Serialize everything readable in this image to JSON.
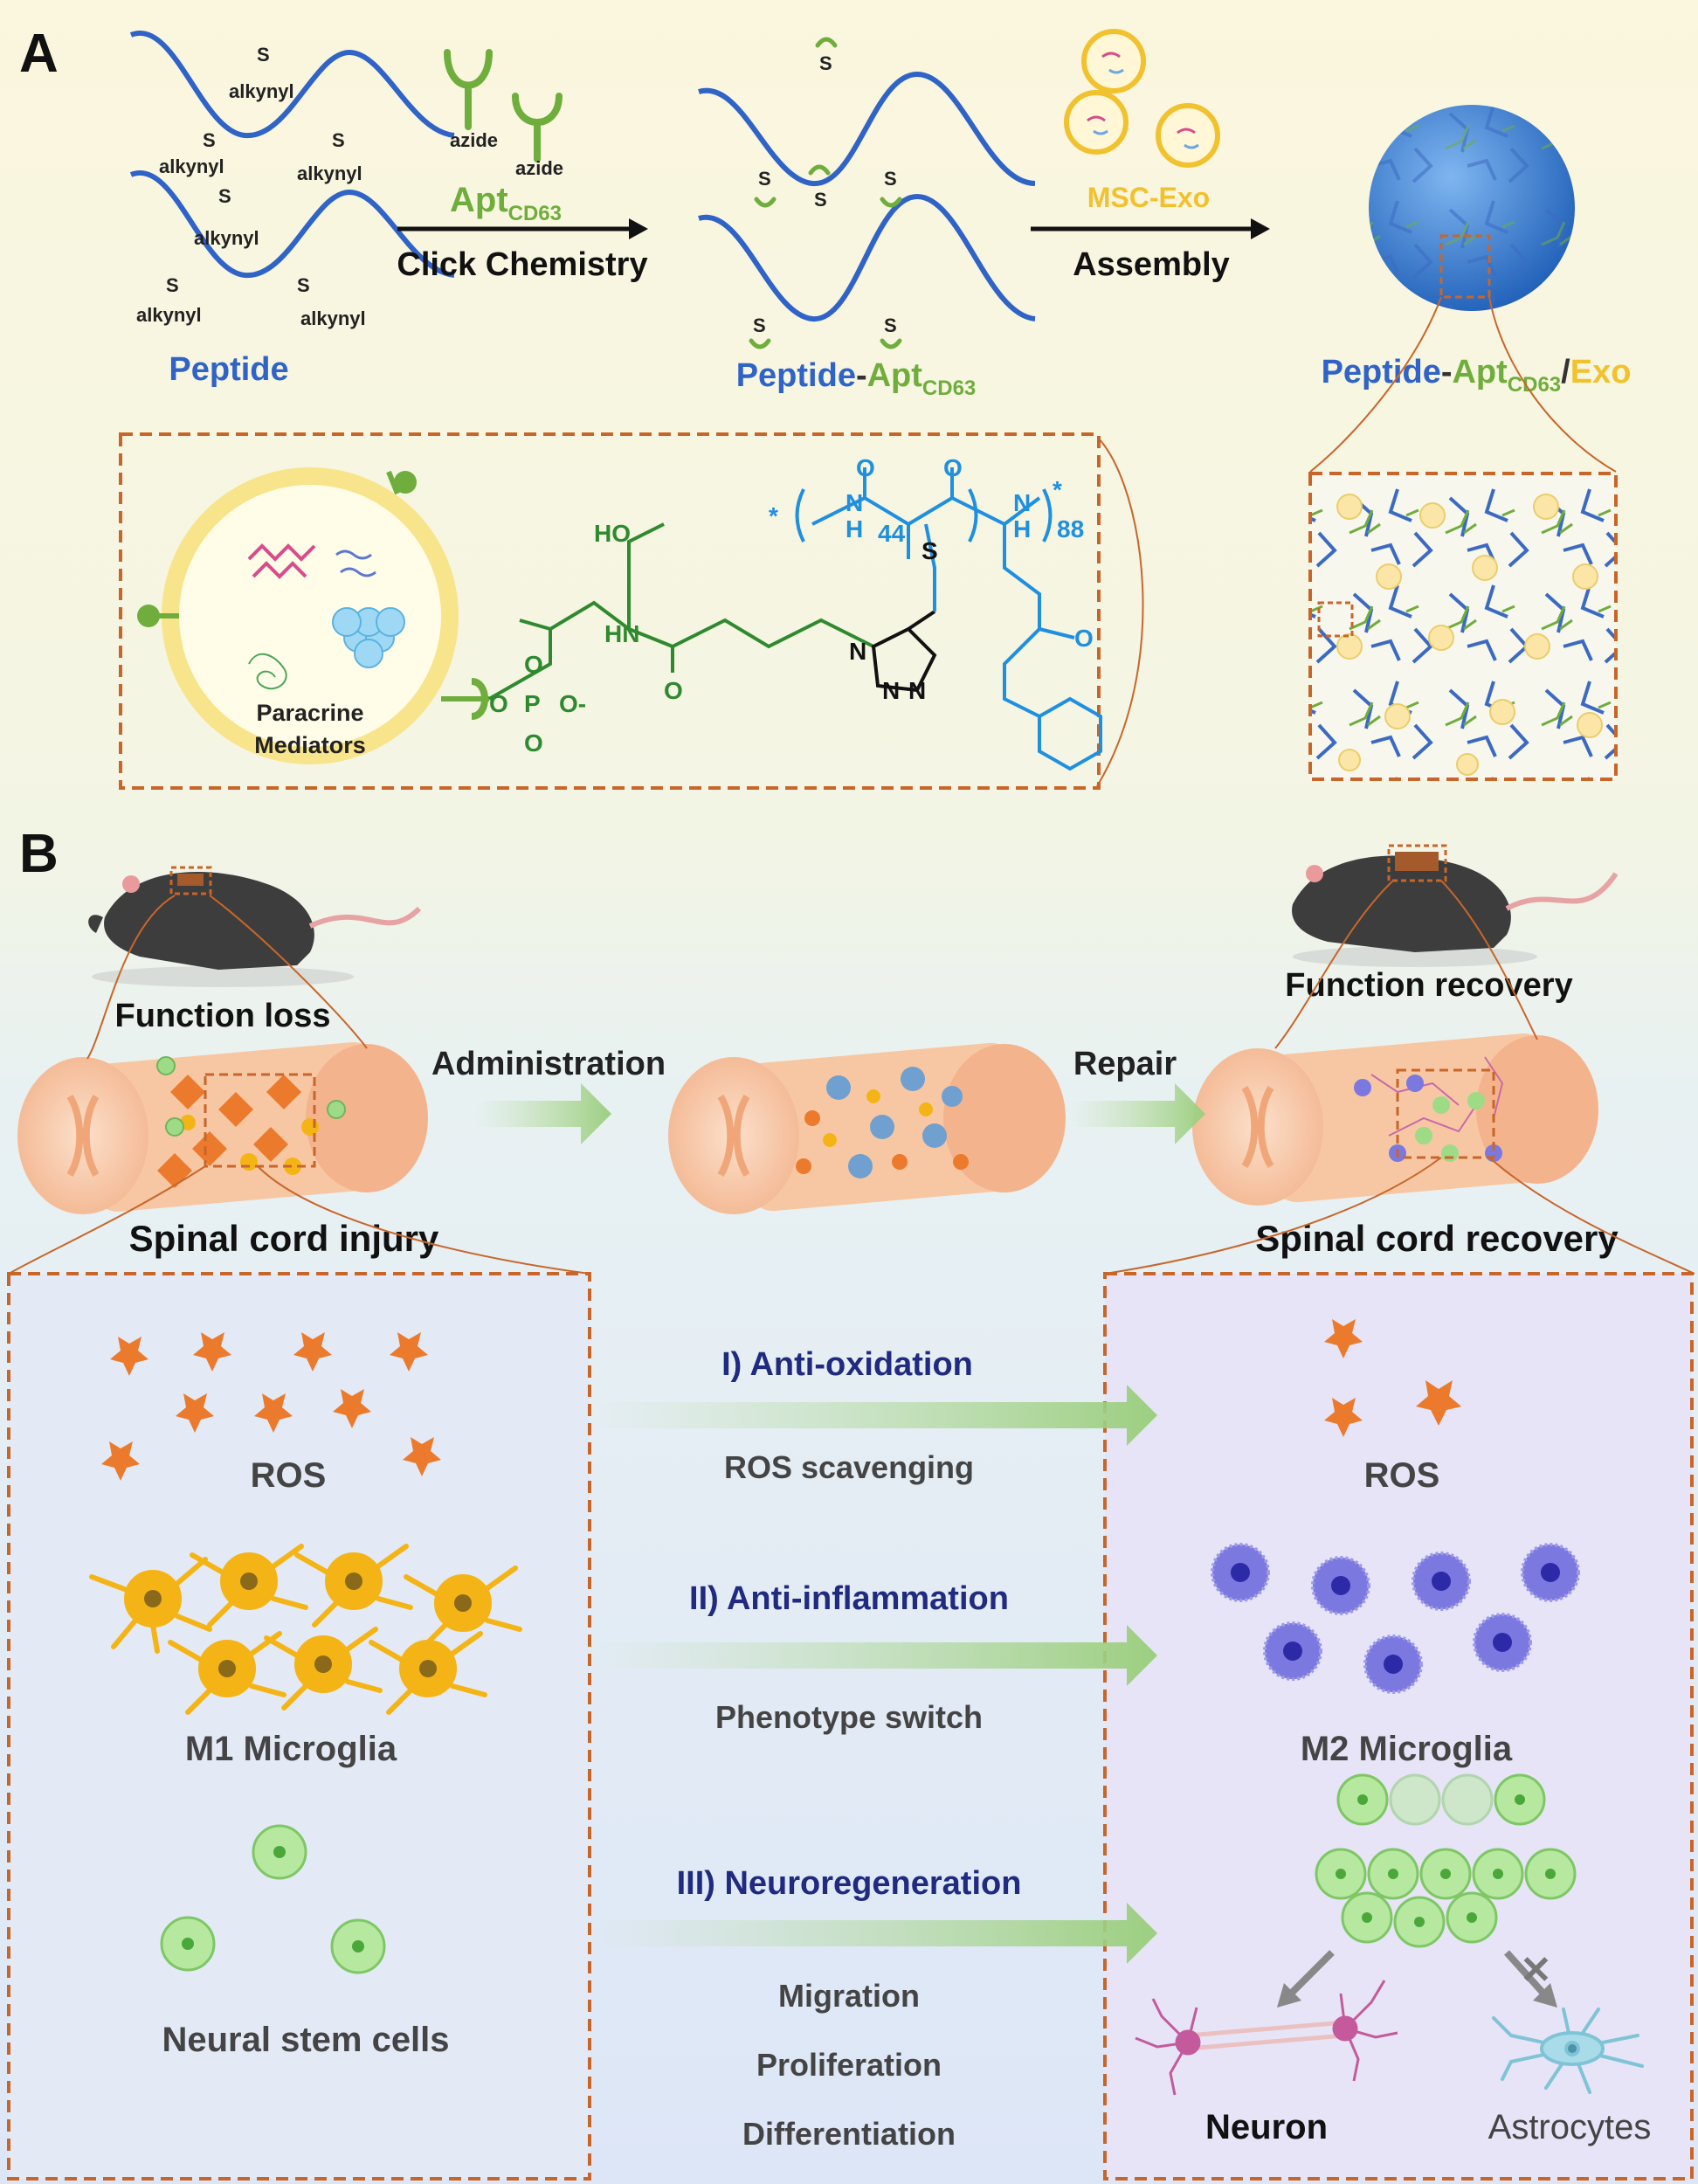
{
  "panelA": {
    "label": "A",
    "peptide": {
      "s": "S",
      "alkynyl": "alkynyl",
      "name": "Peptide"
    },
    "aptamer": {
      "azide": "azide",
      "apt": "Apt",
      "apt_sub": "CD63"
    },
    "click": "Click Chemistry",
    "conjugate": {
      "peptide": "Peptide",
      "dash": "-",
      "apt": "Apt",
      "sub": "CD63"
    },
    "msc_exo": "MSC-Exo",
    "assembly": "Assembly",
    "product": {
      "peptide": "Peptide",
      "dash": "-",
      "apt": "Apt",
      "sub": "CD63",
      "slash": "/",
      "exo": "Exo"
    },
    "paracrine": [
      "Paracrine",
      "Mediators"
    ],
    "chem": {
      "ho": "HO",
      "hn": "HN",
      "o": "O",
      "p": "P",
      "o_minus": "O-",
      "n": "N",
      "s": "S",
      "h": "H",
      "n44": "44",
      "n88": "88",
      "star": "*"
    }
  },
  "panelB": {
    "label": "B",
    "function_loss": "Function loss",
    "function_recovery": "Function recovery",
    "administration": "Administration",
    "repair": "Repair",
    "sci": "Spinal cord injury",
    "scr": "Spinal cord recovery",
    "left": {
      "ros": "ROS",
      "m1": "M1 Microglia",
      "nsc": "Neural stem cells"
    },
    "mid": {
      "anti_ox": "I) Anti-oxidation",
      "ros_scav": "ROS scavenging",
      "anti_inf": "II) Anti-inflammation",
      "pheno": "Phenotype switch",
      "neuro": "III) Neuroregeneration",
      "migration": "Migration",
      "proliferation": "Proliferation",
      "differentiation": "Differentiation"
    },
    "right": {
      "ros": "ROS",
      "m2": "M2 Microglia",
      "neuron": "Neuron",
      "astro": "Astrocytes"
    }
  },
  "colors": {
    "blue": "#2f63c8",
    "green": "#6fad3c",
    "dark_green": "#2f8a2f",
    "chem_blue": "#1f8fe0",
    "gold": "#f2c12e",
    "ros": "#ec7a2d",
    "m1": "#f5b416",
    "m2": "#7b78e0",
    "nsc": "#9edb86",
    "dash": "#c8662a",
    "navy": "#1f2a80",
    "gray_text": "#444444"
  }
}
